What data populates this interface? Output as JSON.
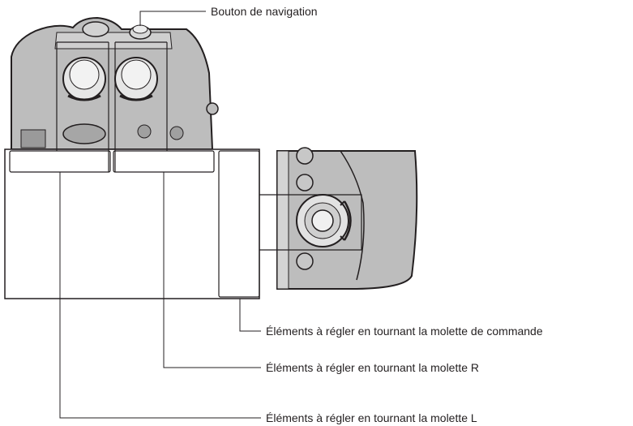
{
  "labels": {
    "navigation_button": "Bouton de navigation",
    "command_dial_items": "Éléments à régler en tournant la molette de commande",
    "dial_r_items": "Éléments à régler en tournant la molette R",
    "dial_l_items": "Éléments à régler en tournant la molette L"
  },
  "colors": {
    "camera_body": "#bdbdbd",
    "camera_dark": "#8e8e8e",
    "outline": "#231f20",
    "leader_line": "#231f20"
  }
}
